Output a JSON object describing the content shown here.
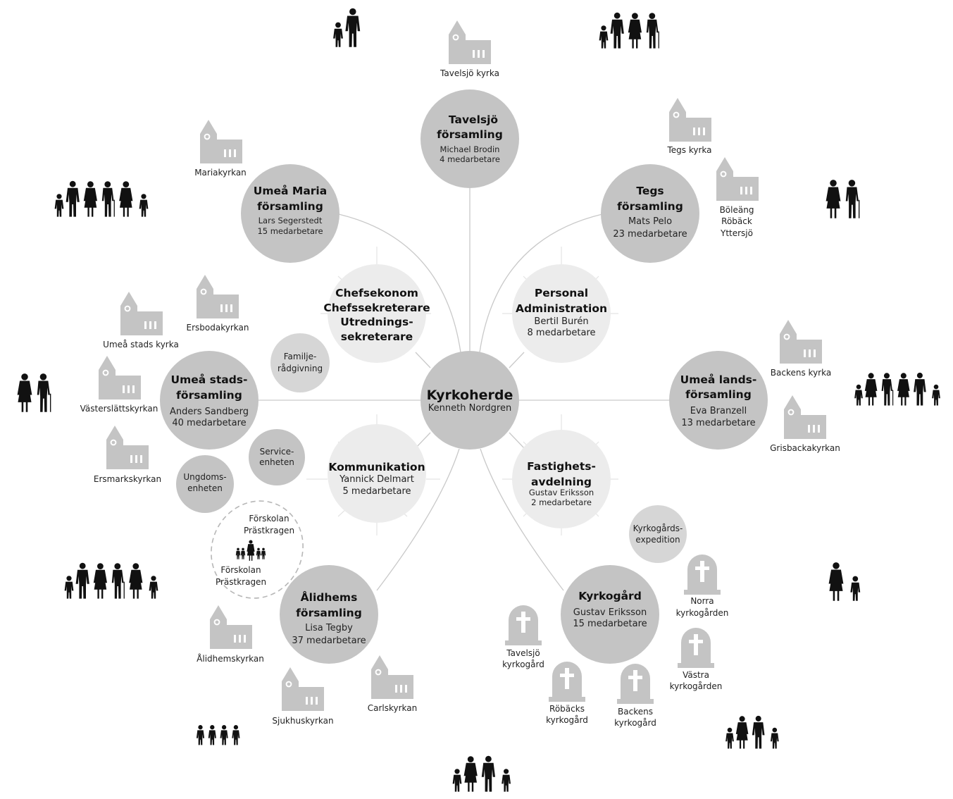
{
  "colors": {
    "parish_fill": "#c4c4c4",
    "dept_fill": "#ececec",
    "center_fill": "#c4c4c4",
    "small_fill": "#d6d6d6",
    "line": "#c9c9c9",
    "spoke": "#e4e4e4",
    "icon": "#c4c4c4",
    "people": "#111111"
  },
  "center": {
    "title": "Kyrkoherde",
    "person": "Kenneth Nordgren"
  },
  "parishes": [
    {
      "id": "tavelsjo",
      "title": [
        "Tavelsjö",
        "församling"
      ],
      "person": "Michael Brodin",
      "staff": "4 medarbetare"
    },
    {
      "id": "tegs",
      "title": [
        "Tegs",
        "församling"
      ],
      "person": "Mats Pelo",
      "staff": "23 medarbetare"
    },
    {
      "id": "lands",
      "title": [
        "Umeå lands-",
        "församling"
      ],
      "person": "Eva Branzell",
      "staff": "13 medarbetare"
    },
    {
      "id": "kyrkogard",
      "title": [
        "Kyrkogård"
      ],
      "person": "Gustav Eriksson",
      "staff": "15 medarbetare"
    },
    {
      "id": "alidhem",
      "title": [
        "Ålidhems",
        "församling"
      ],
      "person": "Lisa Tegby",
      "staff": "37 medarbetare"
    },
    {
      "id": "stads",
      "title": [
        "Umeå stads-",
        "församling"
      ],
      "person": "Anders Sandberg",
      "staff": "40 medarbetare"
    },
    {
      "id": "maria",
      "title": [
        "Umeå Maria",
        "församling"
      ],
      "person": "Lars Segerstedt",
      "staff": "15 medarbetare"
    }
  ],
  "departments": [
    {
      "id": "chef",
      "title": [
        "Chefsekonom",
        "Chefssekreterare",
        "Utrednings-",
        "sekreterare"
      ]
    },
    {
      "id": "personal",
      "title": [
        "Personal",
        "Administration"
      ],
      "person": "Bertil Burén",
      "staff": "8 medarbetare"
    },
    {
      "id": "fastighet",
      "title": [
        "Fastighets-",
        "avdelning"
      ],
      "person": "Gustav Eriksson",
      "staff": "2 medarbetare"
    },
    {
      "id": "kommunikation",
      "title": [
        "Kommunikation"
      ],
      "person": "Yannick Delmart",
      "staff": "5 medarbetare"
    }
  ],
  "small_units": [
    {
      "id": "familj",
      "lines": [
        "Familje-",
        "rådgivning"
      ]
    },
    {
      "id": "service",
      "lines": [
        "Service-",
        "enheten"
      ]
    },
    {
      "id": "ungdom",
      "lines": [
        "Ungdoms-",
        "enheten"
      ]
    },
    {
      "id": "expedition",
      "lines": [
        "Kyrkogårds-",
        "expedition"
      ]
    }
  ],
  "preschool": {
    "top": [
      "Förskolan",
      "Prästkragen"
    ],
    "bottom": [
      "Förskolan",
      "Prästkragen"
    ]
  },
  "churches": [
    {
      "id": "tavelsjo-kyrka",
      "lines": [
        "Tavelsjö kyrka"
      ]
    },
    {
      "id": "tegs-kyrka",
      "lines": [
        "Tegs kyrka"
      ]
    },
    {
      "id": "boleang",
      "lines": [
        "Böleäng",
        "Röbäck",
        "Yttersjö"
      ]
    },
    {
      "id": "backens-kyrka",
      "lines": [
        "Backens kyrka"
      ]
    },
    {
      "id": "grisbacka",
      "lines": [
        "Grisbackakyrkan"
      ]
    },
    {
      "id": "mariakyrkan",
      "lines": [
        "Mariakyrkan"
      ]
    },
    {
      "id": "ersboda",
      "lines": [
        "Ersbodakyrkan"
      ]
    },
    {
      "id": "umea-stads",
      "lines": [
        "Umeå stads kyrka"
      ]
    },
    {
      "id": "vasterslatt",
      "lines": [
        "Västerslättskyrkan"
      ]
    },
    {
      "id": "ersmark",
      "lines": [
        "Ersmarkskyrkan"
      ]
    },
    {
      "id": "alidhemskyrkan",
      "lines": [
        "Ålidhemskyrkan"
      ]
    },
    {
      "id": "sjukhus",
      "lines": [
        "Sjukhuskyrkan"
      ]
    },
    {
      "id": "carls",
      "lines": [
        "Carlskyrkan"
      ]
    }
  ],
  "cemeteries": [
    {
      "id": "norra",
      "lines": [
        "Norra",
        "kyrkogården"
      ]
    },
    {
      "id": "vastra",
      "lines": [
        "Västra",
        "kyrkogården"
      ]
    },
    {
      "id": "tavelsjo-kg",
      "lines": [
        "Tavelsjö",
        "kyrkogård"
      ]
    },
    {
      "id": "robacks",
      "lines": [
        "Röbäcks",
        "kyrkogård"
      ]
    },
    {
      "id": "backens-kg",
      "lines": [
        "Backens",
        "kyrkogård"
      ]
    }
  ],
  "people_groups": [
    {
      "id": "g1",
      "figures": [
        "child",
        "man"
      ]
    },
    {
      "id": "g2",
      "figures": [
        "child",
        "man",
        "woman",
        "elder"
      ]
    },
    {
      "id": "g3",
      "figures": [
        "child",
        "man",
        "woman",
        "elder",
        "woman",
        "child"
      ]
    },
    {
      "id": "g4",
      "figures": [
        "woman",
        "elder"
      ]
    },
    {
      "id": "g5",
      "figures": [
        "woman",
        "elder"
      ]
    },
    {
      "id": "g6",
      "figures": [
        "child",
        "woman",
        "elder",
        "woman",
        "man",
        "child"
      ]
    },
    {
      "id": "g7",
      "figures": [
        "child",
        "man",
        "woman",
        "elder",
        "woman",
        "child"
      ]
    },
    {
      "id": "g8",
      "figures": [
        "woman",
        "child"
      ]
    },
    {
      "id": "g9",
      "figures": [
        "child",
        "child",
        "child",
        "child"
      ]
    },
    {
      "id": "g10",
      "figures": [
        "child",
        "woman",
        "man",
        "child"
      ]
    },
    {
      "id": "g11",
      "figures": [
        "child",
        "woman",
        "man",
        "child"
      ]
    }
  ]
}
